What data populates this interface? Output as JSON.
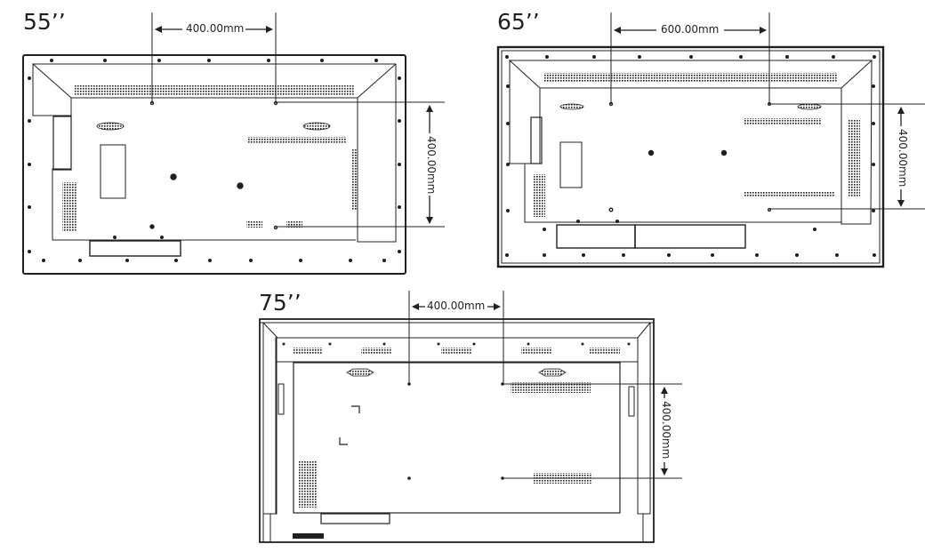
{
  "diagrams": [
    {
      "id": "55",
      "size_label": "55’’",
      "horizontal_dimension": "400.00mm",
      "vertical_dimension": "400.00mm"
    },
    {
      "id": "65",
      "size_label": "65’’",
      "horizontal_dimension": "600.00mm",
      "vertical_dimension": "400.00mm"
    },
    {
      "id": "75",
      "size_label": "75’’",
      "horizontal_dimension": "400.00mm",
      "vertical_dimension": "400.00mm"
    }
  ],
  "colors": {
    "line": "#231f20",
    "background": "#ffffff"
  }
}
